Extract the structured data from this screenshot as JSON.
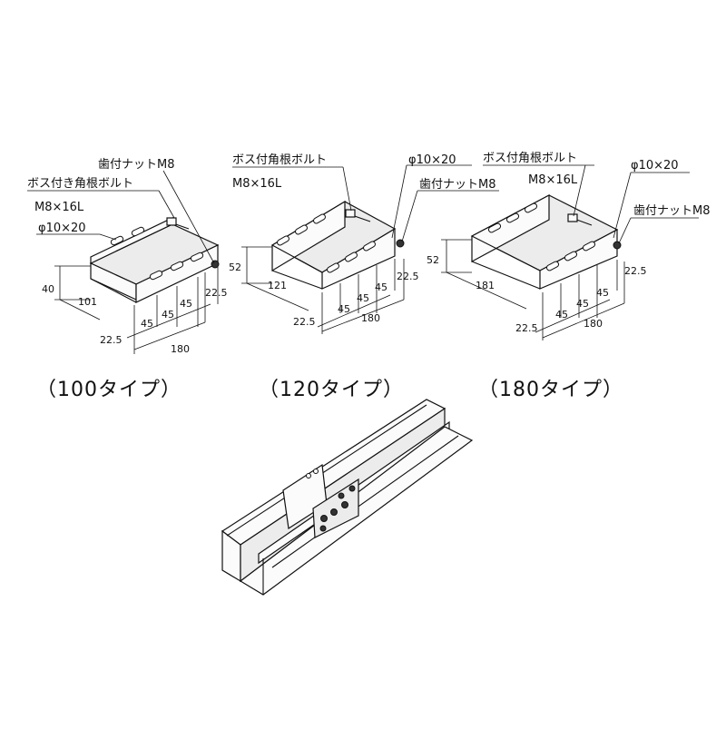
{
  "types": [
    {
      "caption": "（100タイプ）",
      "labels": {
        "nut": "歯付ナットM8",
        "bolt_name": "ボス付き角根ボルト",
        "bolt_size": "M8×16L",
        "hole": "φ10×20"
      },
      "dims": {
        "height": "40",
        "depth": "101",
        "end_right": "22.5",
        "pitch_a": "45",
        "pitch_b": "45",
        "pitch_c": "45",
        "end_left": "22.5",
        "length": "180"
      }
    },
    {
      "caption": "（120タイプ）",
      "labels": {
        "bolt_name": "ボス付角根ボルト",
        "bolt_size": "M8×16L",
        "hole": "φ10×20",
        "nut": "歯付ナットM8"
      },
      "dims": {
        "height": "52",
        "depth": "121",
        "end_right": "22.5",
        "pitch_a": "45",
        "pitch_b": "45",
        "pitch_c": "45",
        "end_left": "22.5",
        "length": "180"
      }
    },
    {
      "caption": "（180タイプ）",
      "labels": {
        "bolt_name": "ボス付角根ボルト",
        "bolt_size": "M8×16L",
        "hole": "φ10×20",
        "nut": "歯付ナットM8"
      },
      "dims": {
        "height": "52",
        "depth": "181",
        "end_right": "22.5",
        "pitch_a": "45",
        "pitch_b": "45",
        "pitch_c": "45",
        "end_left": "22.5",
        "length": "180"
      }
    }
  ]
}
